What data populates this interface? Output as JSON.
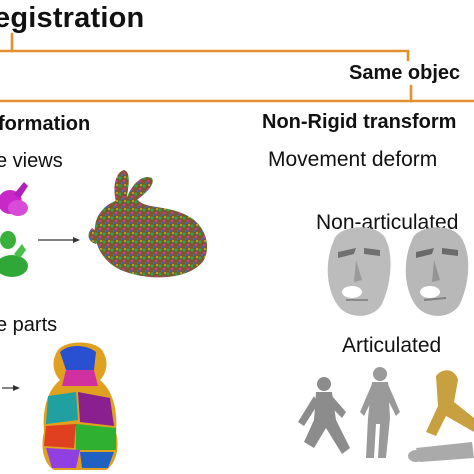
{
  "title": "egistration",
  "branch_label": "Same objec",
  "left": {
    "heading": "formation",
    "views_label": "e views",
    "parts_label": "e parts"
  },
  "right": {
    "heading": "Non-Rigid transform",
    "movement_label": "Movement deform",
    "non_articulated_label": "Non-articulated",
    "articulated_label": "Articulated"
  },
  "colors": {
    "tree_line": "#e3902f",
    "arrow": "#333333"
  }
}
